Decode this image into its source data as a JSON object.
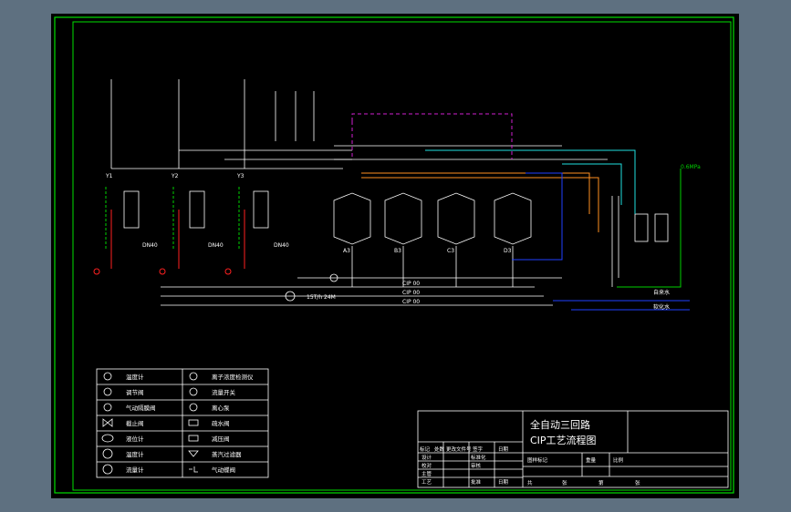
{
  "title_block": {
    "line1": "全自动三回路",
    "line2": "CIP工艺流程图",
    "left_headers": [
      "标记",
      "处数",
      "更改文件号",
      "签字",
      "日期"
    ],
    "left_rows": [
      "设计",
      "标准化",
      "校对",
      "审核",
      "主管",
      "工艺",
      "批准",
      "日期"
    ],
    "right_headers": [
      "图样标记",
      "重量",
      "比例"
    ],
    "right_footer": [
      "共",
      "张",
      "第",
      "张"
    ]
  },
  "legend": [
    {
      "label": "温度计",
      "symbol": "thermometer"
    },
    {
      "label": "离子浓度检测仪",
      "symbol": "ion-meter"
    },
    {
      "label": "调节阀",
      "symbol": "regulating-valve"
    },
    {
      "label": "流量开关",
      "symbol": "flow-switch"
    },
    {
      "label": "气动隔膜阀",
      "symbol": "diaphragm-valve"
    },
    {
      "label": "离心泵",
      "symbol": "centrifugal-pump"
    },
    {
      "label": "截止阀",
      "symbol": "globe-valve"
    },
    {
      "label": "疏水阀",
      "symbol": "steam-trap"
    },
    {
      "label": "液位计",
      "symbol": "level-gauge"
    },
    {
      "label": "减压阀",
      "symbol": "pressure-reducing-valve"
    },
    {
      "label": "温度计",
      "symbol": "temperature-gauge"
    },
    {
      "label": "蒸汽过滤器",
      "symbol": "steam-filter"
    },
    {
      "label": "流量计",
      "symbol": "flow-meter"
    },
    {
      "label": "气动蝶阀",
      "symbol": "pneumatic-butterfly-valve"
    }
  ],
  "diagram": {
    "pump_label": "15T/h 24M",
    "right_labels": [
      "自来水",
      "软化水"
    ],
    "pressure_label": "0.6MPa",
    "exchangers": [
      "Y1",
      "Y2",
      "Y3"
    ],
    "tanks": [
      "A3",
      "B3",
      "C3",
      "D3"
    ],
    "cip_lines": [
      "CIP 00",
      "CIP 00",
      "CIP 00"
    ],
    "drain_labels": [
      "DN40",
      "DN40",
      "DN40"
    ]
  },
  "colors": {
    "frame": "#00e000",
    "background": "#000000",
    "white": "#ffffff",
    "red": "#ff2020",
    "green": "#00d000",
    "magenta": "#d020d0",
    "orange": "#ff9020",
    "cyan": "#20e0e0",
    "blue": "#2040ff"
  }
}
